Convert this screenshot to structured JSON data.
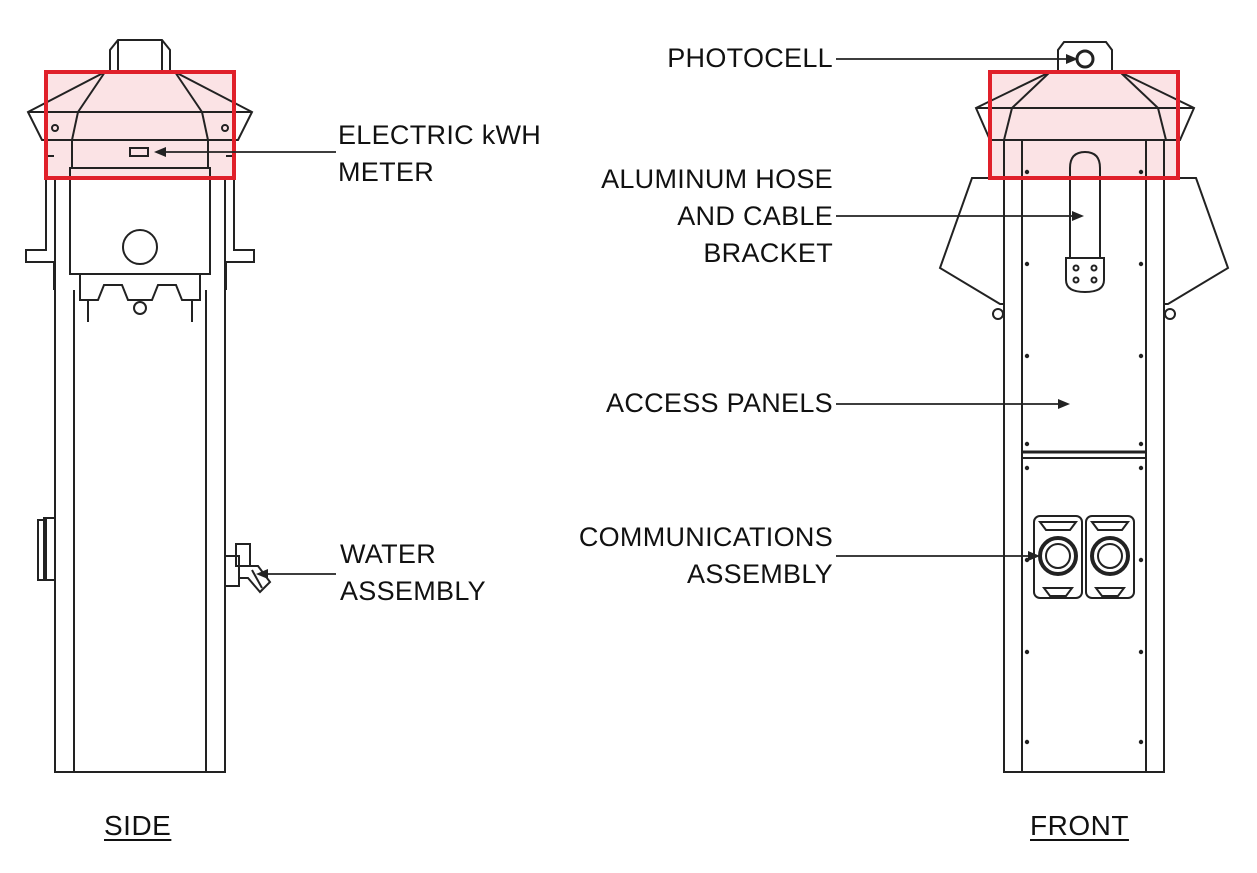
{
  "labels": {
    "photocell": "PHOTOCELL",
    "meter_line1": "ELECTRIC kWH",
    "meter_line2": "METER",
    "hose_line1": "ALUMINUM HOSE",
    "hose_line2": "AND CABLE",
    "hose_line3": "BRACKET",
    "access": "ACCESS PANELS",
    "comm_line1": "COMMUNICATIONS",
    "comm_line2": "ASSEMBLY",
    "water_line1": "WATER",
    "water_line2": "ASSEMBLY"
  },
  "captions": {
    "side": "SIDE",
    "front": "FRONT"
  },
  "colors": {
    "line": "#222222",
    "highlight_stroke": "#e0202a",
    "highlight_fill": "#fbe3e5"
  }
}
